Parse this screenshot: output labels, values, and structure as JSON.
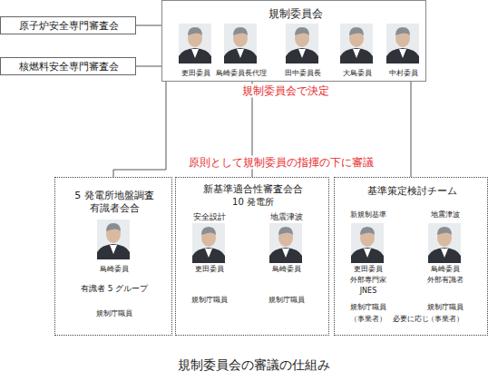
{
  "diagram": {
    "caption": "規制委員会の審議の仕組み",
    "nodes": [
      {
        "text": [
          "原子炉安全専門審査会"
        ]
      },
      {
        "text": [
          "核燃料安全専門審査会"
        ]
      },
      {
        "text": [
          "規制委員会",
          "更田委員",
          "島崎委員長代理",
          "田中委員長",
          "大島委員",
          "中村委員"
        ]
      },
      {
        "text": [
          "5 発電所地盤調査 有識者会合",
          "島崎委員",
          "有識者 5 グループ",
          "規制庁職員"
        ]
      },
      {
        "text": [
          "新基準適合性審査会合",
          "10 発電所",
          "安全設計",
          "更田委員",
          "規制庁職員",
          "地震津波",
          "島崎委員",
          "規制庁職員"
        ]
      },
      {
        "text": [
          "基準策定検討チーム",
          "新規制基準",
          "更田委員",
          "外部専門家",
          "JNES",
          "規制庁職員",
          "（事業者）",
          "必要に応じ",
          "地震津波",
          "島崎委員",
          "外部有識者",
          "規制庁職員",
          "（事業者）"
        ]
      }
    ],
    "edges": [
      {
        "from": 0,
        "to": 2,
        "arrow": "none"
      },
      {
        "from": 1,
        "to": 2,
        "arrow": "none"
      },
      {
        "from": 2,
        "to": 3,
        "arrow": "none"
      },
      {
        "from": 2,
        "to": 4,
        "arrow": "none"
      },
      {
        "from": 2,
        "to": 5,
        "arrow": "none"
      }
    ],
    "labels": [
      "規制委員会で決定",
      "原則として規制委員の指揮の下に審議"
    ]
  }
}
